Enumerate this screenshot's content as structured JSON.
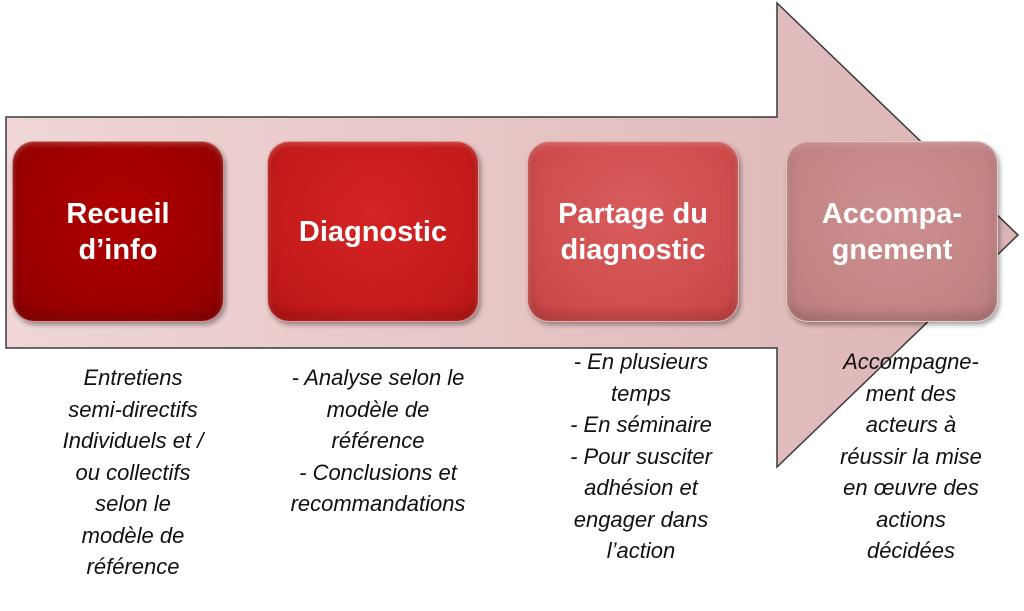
{
  "diagram": {
    "steps": [
      {
        "title": "Recueil\nd’info",
        "description": "Entretiens\nsemi-directifs\nIndividuels et /\nou collectifs\nselon le\nmodèle de\nréférence"
      },
      {
        "title": "Diagnostic",
        "description": "- Analyse selon le\nmodèle de\nréférence\n- Conclusions et\nrecommandations"
      },
      {
        "title": "Partage du\ndiagnostic",
        "description": "- En plusieurs\ntemps\n- En séminaire\n- Pour susciter\nadhésion et\nengager dans\nl’action"
      },
      {
        "title": "Accompa-\ngnement",
        "description": "Accompagne-\nment des\nacteurs à\nréussir la mise\nen œuvre des\nactions\ndécidées"
      }
    ],
    "colors": {
      "arrow_fill": "#e8c7c7",
      "arrow_stroke": "#3a3a3a",
      "step_1": "#9a0000",
      "step_2": "#c41a1a",
      "step_3": "#cf4c4c",
      "step_4": "#c38484"
    }
  }
}
